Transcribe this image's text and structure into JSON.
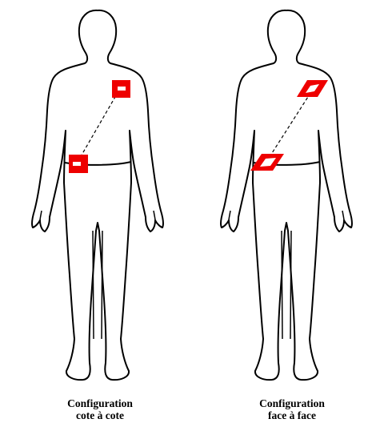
{
  "figures": [
    {
      "id": "left",
      "caption_line1": "Configuration",
      "caption_line2": "cote à cote",
      "electrode_arrangement": "side-by-side"
    },
    {
      "id": "right",
      "caption_line1": "Configuration",
      "caption_line2": "face à face",
      "electrode_arrangement": "face-to-face"
    }
  ],
  "colors": {
    "outline": "#000000",
    "electrode": "#ee0000",
    "electrode_window": "#ffffff",
    "background": "#ffffff"
  }
}
